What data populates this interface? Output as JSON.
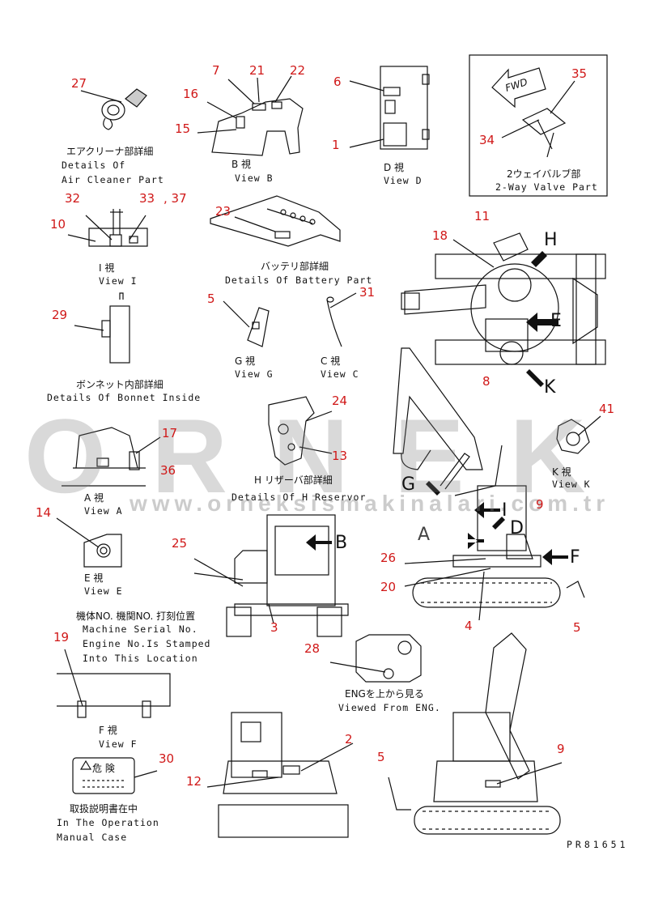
{
  "watermark": {
    "brand": "ORNEK",
    "url": "www.orneksismakinalari.com.tr"
  },
  "captions": {
    "air_cleaner_jp": "エアクリーナ部詳細",
    "air_cleaner_en1": "Details Of",
    "air_cleaner_en2": "Air Cleaner Part",
    "view_b_jp": "B  視",
    "view_b_en": "View B",
    "view_d_jp": "D  視",
    "view_d_en": "View D",
    "two_way_jp": "2ウェイバルブ部",
    "two_way_en": "2-Way Valve Part",
    "fwd": "FWD",
    "view_i_jp": "I  視",
    "view_i_en": "View I",
    "battery_jp": "バッテリ部詳細",
    "battery_en": "Details Of Battery Part",
    "view_g_jp": "G  視",
    "view_g_en": "View G",
    "view_c_jp": "C  視",
    "view_c_en": "View C",
    "bonnet_jp": "ボンネット内部詳細",
    "bonnet_en": "Details Of Bonnet Inside",
    "reservoir_jp": "H リザーバ部詳細",
    "reservoir_en": "Details Of H Reservor",
    "view_k_jp": "K  視",
    "view_k_en": "View K",
    "view_a_jp": "A  視",
    "view_a_en": "View A",
    "view_e_jp": "E  視",
    "view_e_en": "View E",
    "serial_jp": "機体NO. 機関NO. 打刻位置",
    "serial_en1": "Machine Serial No.",
    "serial_en2": "Engine No.Is Stamped",
    "serial_en3": "Into This Location",
    "eng_jp": "ENGを上から見る",
    "eng_en": "Viewed From ENG.",
    "view_f_jp": "F  視",
    "view_f_en": "View F",
    "manual_jp": "取扱説明書在中",
    "manual_en1": "In The Operation",
    "manual_en2": "Manual Case",
    "danger": "危 険",
    "ref_code": "PR81651"
  },
  "view_arrows": [
    "H",
    "E",
    "K",
    "G",
    "I",
    "D",
    "A",
    "F",
    "B"
  ],
  "callouts": [
    "27",
    "7",
    "21",
    "22",
    "16",
    "15",
    "6",
    "1",
    "35",
    "34",
    "32",
    "33",
    "37",
    "10",
    "23",
    "11",
    "18",
    "29",
    "5",
    "31",
    "24",
    "8",
    "41",
    "17",
    "36",
    "13",
    "9",
    "14",
    "25",
    "26",
    "20",
    "4",
    "3",
    "19",
    "28",
    "2",
    "30",
    "12"
  ],
  "colors": {
    "callout": "#d01818",
    "line": "#111111"
  }
}
